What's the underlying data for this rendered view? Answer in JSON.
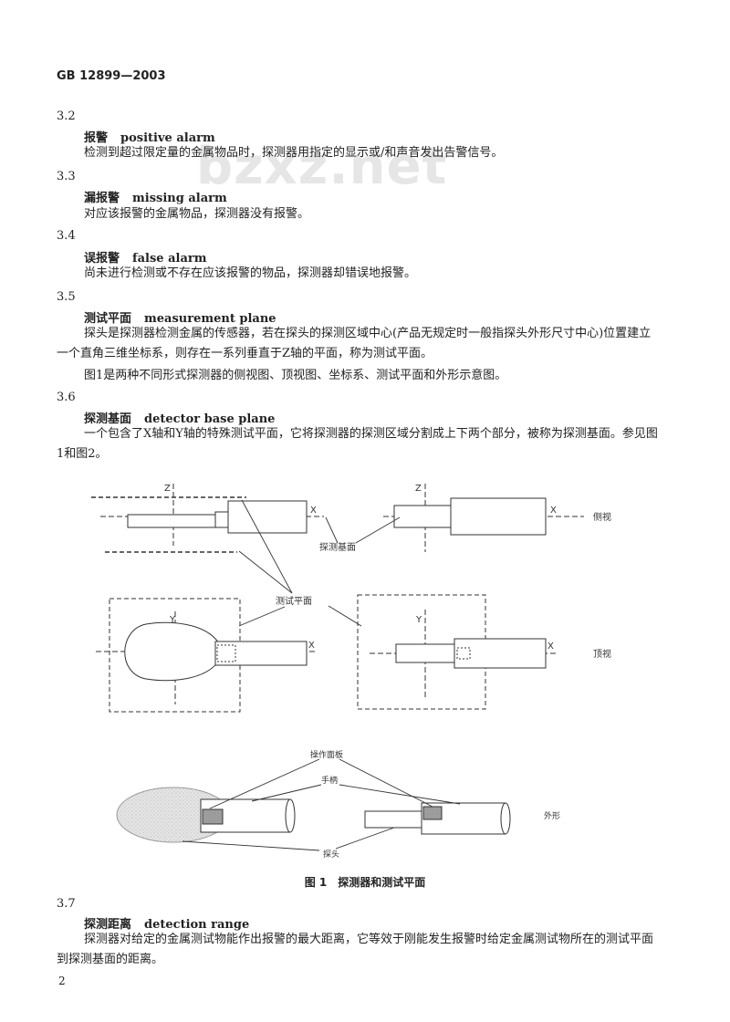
{
  "header": {
    "doc_code": "GB 12899—2003"
  },
  "watermark": "bzxz.net",
  "sections": [
    {
      "num": "3.2",
      "term_zh": "报警",
      "term_en": "positive alarm",
      "lines": [
        "检测到超过限定量的金属物品时，探测器用指定的显示或/和声音发出告警信号。"
      ]
    },
    {
      "num": "3.3",
      "term_zh": "漏报警",
      "term_en": "missing alarm",
      "lines": [
        "对应该报警的金属物品，探测器没有报警。"
      ]
    },
    {
      "num": "3.4",
      "term_zh": "误报警",
      "term_en": "false alarm",
      "lines": [
        "尚未进行检测或不存在应该报警的物品，探测器却错误地报警。"
      ]
    },
    {
      "num": "3.5",
      "term_zh": "测试平面",
      "term_en": "measurement plane",
      "paragraph": "探头是探测器检测金属的传感器，若在探头的探测区域中心(产品无规定时一般指探头外形尺寸中心)位置建立一个直角三维坐标系，则存在一系列垂直于Z轴的平面，称为测试平面。",
      "lines": [
        "图1是两种不同形式探测器的侧视图、顶视图、坐标系、测试平面和外形示意图。"
      ]
    },
    {
      "num": "3.6",
      "term_zh": "探测基面",
      "term_en": "detector base plane",
      "paragraph": "一个包含了X轴和Y轴的特殊测试平面，它将探测器的探测区域分割成上下两个部分，被称为探测基面。参见图1和图2。"
    },
    {
      "num": "3.7",
      "term_zh": "探测距离",
      "term_en": "detection range",
      "paragraph": "探测器对给定的金属测试物能作出报警的最大距离，它等效于刚能发生报警时给定金属测试物所在的测试平面到探测基面的距离。"
    }
  ],
  "figure": {
    "caption": "图 1　探测器和测试平面",
    "labels": {
      "side_view": "侧视",
      "top_view": "顶视",
      "outline": "外形",
      "base_plane": "探测基面",
      "measurement_plane": "测试平面",
      "panel": "操作面板",
      "handle": "手柄",
      "probe": "探头",
      "axis_z": "Z",
      "axis_x": "X",
      "axis_y": "Y"
    }
  },
  "page_number": "2"
}
